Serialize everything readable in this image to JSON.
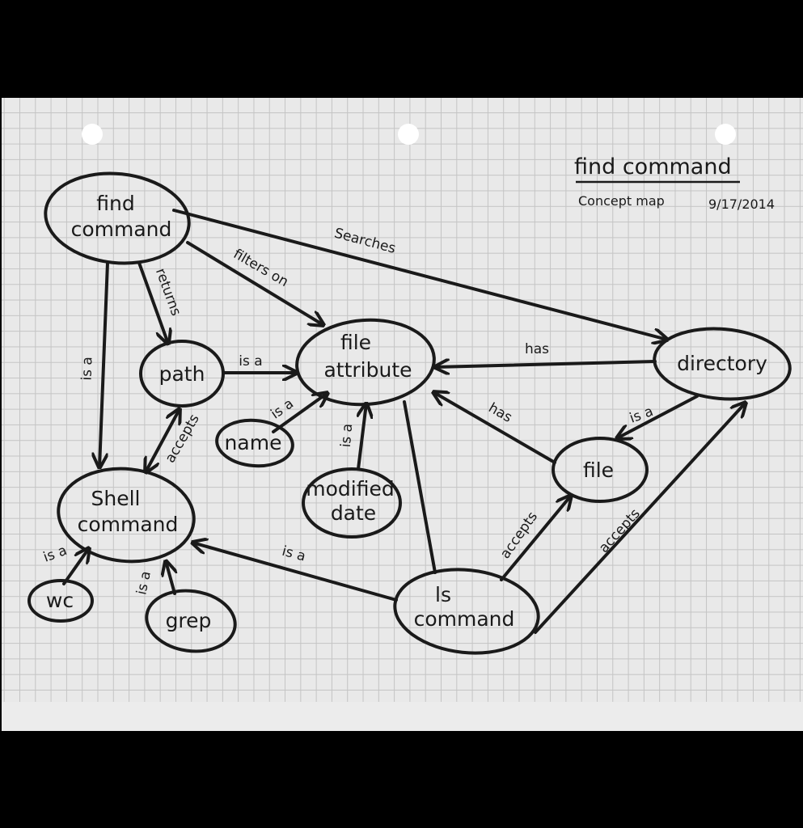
{
  "header": {
    "title": "find command",
    "subtitle": "Concept map",
    "date": "9/17/2014"
  },
  "nodes": {
    "find_command": [
      "find",
      "command"
    ],
    "path": [
      "path"
    ],
    "file_attribute": [
      "file",
      "attribute"
    ],
    "directory": [
      "directory"
    ],
    "name": [
      "name"
    ],
    "modified_date": [
      "modified",
      "date"
    ],
    "file": [
      "file"
    ],
    "shell_command": [
      "Shell",
      "command"
    ],
    "wc": [
      "wc"
    ],
    "grep": [
      "grep"
    ],
    "ls_command": [
      "ls",
      "command"
    ]
  },
  "edges": {
    "find_searches_directory": "Searches",
    "find_filters_on_attribute": "filters on",
    "find_returns_path": "returns",
    "find_isa_shell": "is a",
    "path_isa_attribute": "is a",
    "directory_has_attribute": "has",
    "name_isa_attribute": "is a",
    "modified_isa_attribute": "is a",
    "file_has_attribute": "has",
    "file_isa_directory": "is a",
    "shell_accepts_path": "accepts",
    "ls_isa_shell": "is a",
    "ls_accepts_file": "accepts",
    "ls_accepts_directory": "accepts",
    "wc_isa_shell": "is a",
    "grep_isa_shell": "is a"
  }
}
